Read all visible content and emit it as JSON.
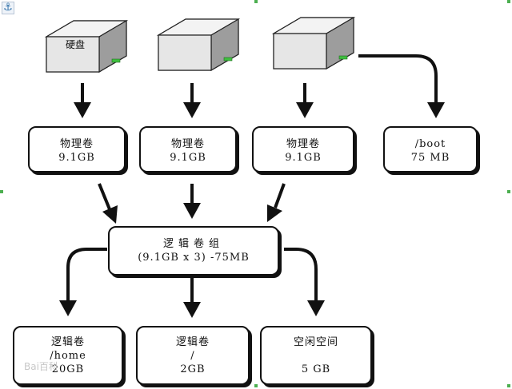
{
  "disks": [
    {
      "label": "硬盘"
    },
    {
      "label": ""
    },
    {
      "label": ""
    }
  ],
  "physical_volumes": [
    {
      "title": "物理卷",
      "size": "9.1GB"
    },
    {
      "title": "物理卷",
      "size": "9.1GB"
    },
    {
      "title": "物理卷",
      "size": "9.1GB"
    }
  ],
  "boot": {
    "name": "/boot",
    "size": "75 MB"
  },
  "volume_group": {
    "title": "逻辑卷组",
    "size": "(9.1GB x 3) -75MB"
  },
  "logical_volumes": [
    {
      "title": "逻辑卷",
      "mount": "/home",
      "size": "20GB"
    },
    {
      "title": "逻辑卷",
      "mount": "/",
      "size": "2GB"
    },
    {
      "title": "空闲空间",
      "mount": "",
      "size": "5 GB"
    }
  ],
  "watermark": "Bai百科",
  "colors": {
    "disk_top": "#f2f2f2",
    "disk_side": "#b9b9b9",
    "disk_led": "#3fbf3f",
    "line": "#111111"
  },
  "icons": {
    "anchor": "anchor-icon"
  }
}
